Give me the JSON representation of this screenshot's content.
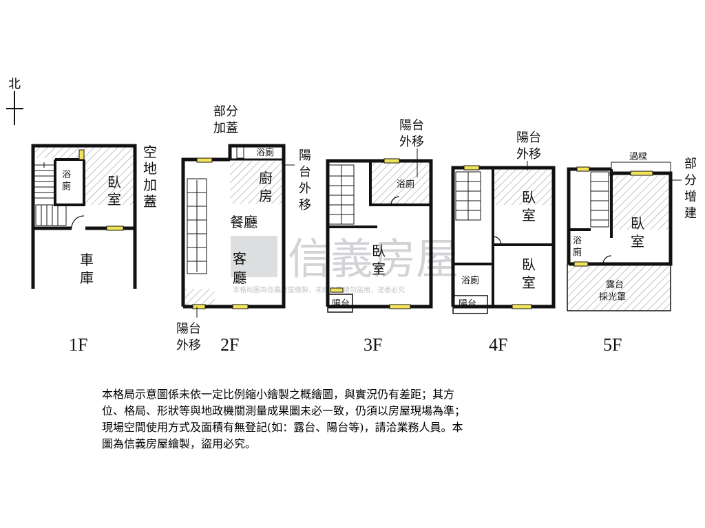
{
  "compass": {
    "north": "北"
  },
  "floors": [
    "1F",
    "2F",
    "3F",
    "4F",
    "5F"
  ],
  "f1": {
    "garage": [
      "車",
      "庫"
    ],
    "bedroom": [
      "臥",
      "室"
    ],
    "bath": [
      "浴",
      "廁"
    ],
    "annex": [
      "空",
      "地",
      "加",
      "蓋"
    ]
  },
  "f2": {
    "dining": "餐廳",
    "living": [
      "客",
      "廳"
    ],
    "kitchen": [
      "廚",
      "房"
    ],
    "small_bath": "浴廁",
    "partial": [
      "部分",
      "加蓋"
    ],
    "balcony_out_top": [
      "陽",
      "台",
      "外",
      "移"
    ],
    "balcony_out_bottom": [
      "陽台",
      "外移"
    ]
  },
  "f3": {
    "balcony_out": [
      "陽台",
      "外移"
    ],
    "bath": "浴廁",
    "bedroom": [
      "臥",
      "室"
    ],
    "balcony": "陽台"
  },
  "f4": {
    "balcony_out": [
      "陽台",
      "外移"
    ],
    "bedroom_top": [
      "臥",
      "室"
    ],
    "bedroom_bottom": [
      "臥",
      "室"
    ],
    "bath": "浴廁",
    "balcony": "陽台"
  },
  "f5": {
    "beam": "過樑",
    "extension": [
      "部",
      "分",
      "增",
      "建"
    ],
    "bedroom": [
      "臥",
      "室"
    ],
    "bath": [
      "浴",
      "廁"
    ],
    "terrace": [
      "露台",
      "採光罩"
    ]
  },
  "watermark": {
    "brand": "信義房屋",
    "notice": "本格局圖為信義房屋繪製，未經允許請勿盜用，違者必究"
  },
  "disclaimer": [
    "本格局示意圖係未依一定比例縮小繪製之概繪圖，與實況仍有差距；其方",
    "位、格局、形狀等與地政機關測量成果圖未必一致，仍須以房屋現場為準；",
    "現場空間使用方式及面積有無登記(如：露台、陽台等)，請洽業務人員。本",
    "圖為信義房屋繪製，盜用必究。"
  ],
  "colors": {
    "wall": "#111111",
    "window": "#f2e45a",
    "hatch": "#9b9b9b",
    "watermark": "#9aa0a6"
  }
}
